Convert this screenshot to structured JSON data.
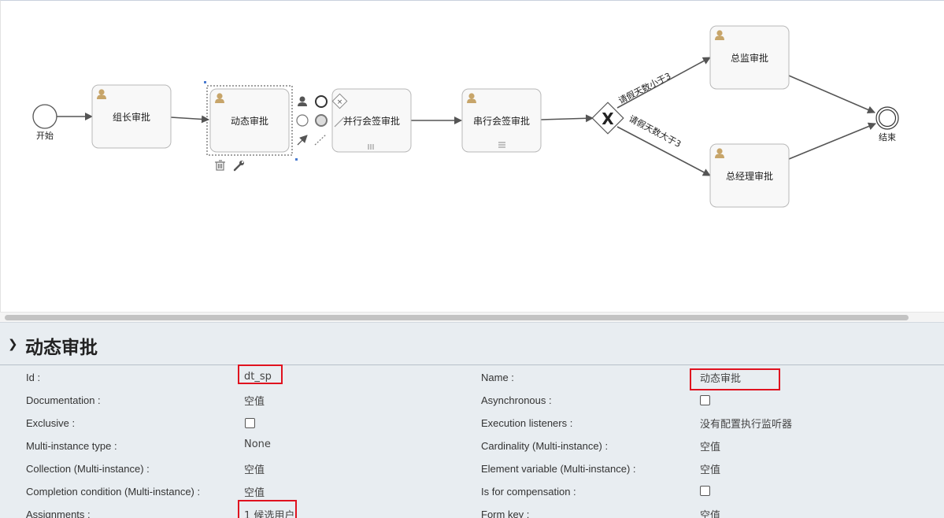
{
  "diagram": {
    "start_label": "开始",
    "end_label": "结束",
    "tasks": {
      "zzsp": "组长审批",
      "dtsp": "动态审批",
      "bxhq": "并行会签审批",
      "cxhq": "串行会签审批",
      "zjsp": "总监审批",
      "zjlsp": "总经理审批"
    },
    "flows": {
      "less_than_3": "请假天数小于3",
      "greater_than_3": "请假天数大于3"
    },
    "colors": {
      "task_fill": "#f8f8f8",
      "task_stroke": "#b8b8b8",
      "user_icon": "#c7a56a",
      "arrow": "#555555"
    }
  },
  "properties": {
    "title": "动态审批",
    "left": [
      {
        "label": "Id :",
        "value": "dt_sp",
        "type": "text"
      },
      {
        "label": "Documentation :",
        "value": "空值",
        "type": "text"
      },
      {
        "label": "Exclusive :",
        "value": "",
        "type": "checkbox"
      },
      {
        "label": "Multi-instance type :",
        "value": "None",
        "type": "text"
      },
      {
        "label": "Collection (Multi-instance) :",
        "value": "空值",
        "type": "text"
      },
      {
        "label": "Completion condition (Multi-instance) :",
        "value": "空值",
        "type": "text"
      },
      {
        "label": "Assignments :",
        "value": "1 候选用户",
        "type": "text"
      }
    ],
    "right": [
      {
        "label": "Name :",
        "value": "动态审批",
        "type": "text"
      },
      {
        "label": "Asynchronous :",
        "value": "",
        "type": "checkbox"
      },
      {
        "label": "Execution listeners :",
        "value": "没有配置执行监听器",
        "type": "text"
      },
      {
        "label": "Cardinality (Multi-instance) :",
        "value": "空值",
        "type": "text"
      },
      {
        "label": "Element variable (Multi-instance) :",
        "value": "空值",
        "type": "text"
      },
      {
        "label": "Is for compensation :",
        "value": "",
        "type": "checkbox"
      },
      {
        "label": "Form key :",
        "value": "空值",
        "type": "text"
      }
    ],
    "highlight_color": "#e0121f"
  }
}
